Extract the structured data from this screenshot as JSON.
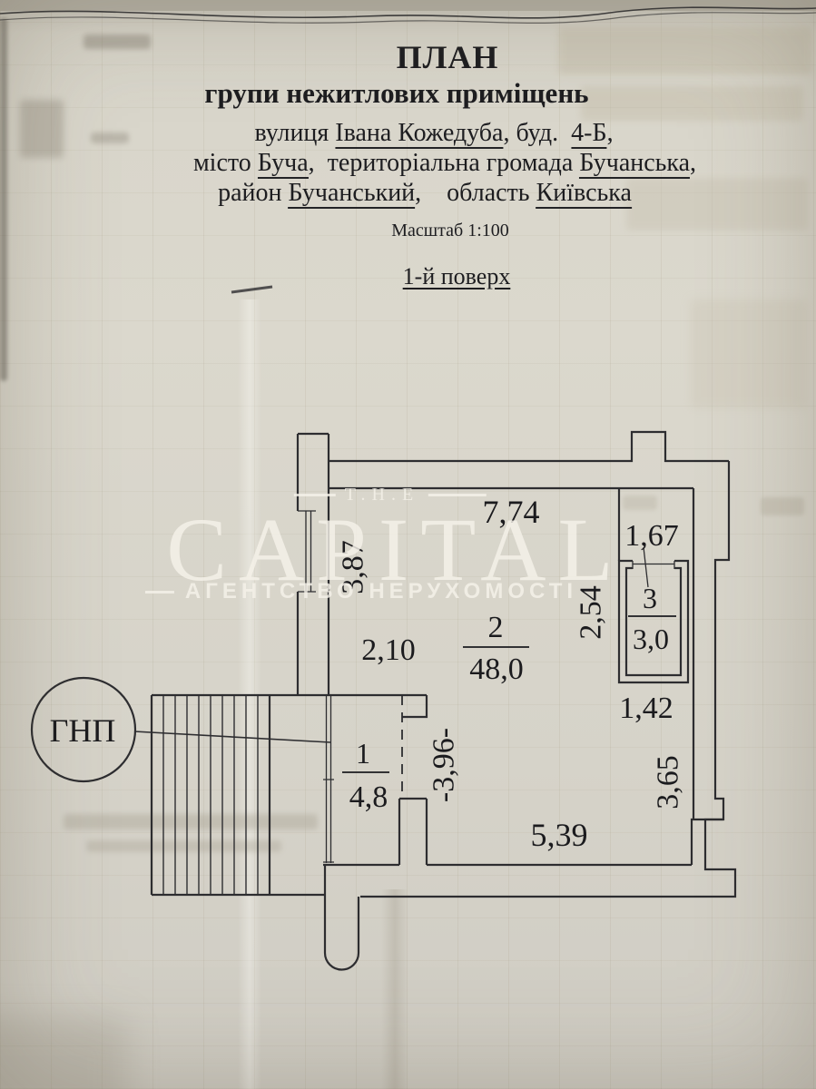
{
  "colors": {
    "paper": "#d8d5ca",
    "ink": "#2d2d30",
    "watermark": "#f5f2e9"
  },
  "header": {
    "title": "ПЛАН",
    "subtitle": "групи нежитлових приміщень",
    "address_lines": [
      {
        "segments": [
          {
            "text": "вулиця ",
            "u": false
          },
          {
            "text": "Івана Кожедуба",
            "u": true
          },
          {
            "text": ", буд. ",
            "u": false
          },
          {
            "text": "4-Б",
            "u": true
          },
          {
            "text": ",",
            "u": false
          }
        ]
      },
      {
        "segments": [
          {
            "text": "місто ",
            "u": false
          },
          {
            "text": "Буча",
            "u": true
          },
          {
            "text": ", територіальна громада ",
            "u": false
          },
          {
            "text": "Бучанська",
            "u": true
          },
          {
            "text": ",",
            "u": false
          }
        ]
      },
      {
        "segments": [
          {
            "text": "район ",
            "u": false
          },
          {
            "text": "Бучанський",
            "u": true
          },
          {
            "text": ",  область ",
            "u": false
          },
          {
            "text": "Київська",
            "u": true
          }
        ]
      }
    ],
    "scale_label": "Масштаб 1:100",
    "floor_label": "1-й поверх"
  },
  "watermark": {
    "the": "T.H.E",
    "brand": "CAPITAL",
    "tagline": "АГЕНТСТВО НЕРУХОМОСТІ"
  },
  "plan": {
    "callout_label": "ГНП",
    "rooms": {
      "r1": {
        "number": "1",
        "area": "4,8"
      },
      "r2": {
        "number": "2",
        "area": "48,0"
      },
      "r3": {
        "number": "3",
        "area": "3,0"
      }
    },
    "dims": {
      "top": "7,74",
      "niche": "1,67",
      "left_upper": "3,87",
      "left_mid": "2,10",
      "center_vertical": "2,54",
      "corridor": "1,42",
      "right_lower": "3,65",
      "open_span": "-3,96-",
      "bottom": "5,39"
    }
  }
}
